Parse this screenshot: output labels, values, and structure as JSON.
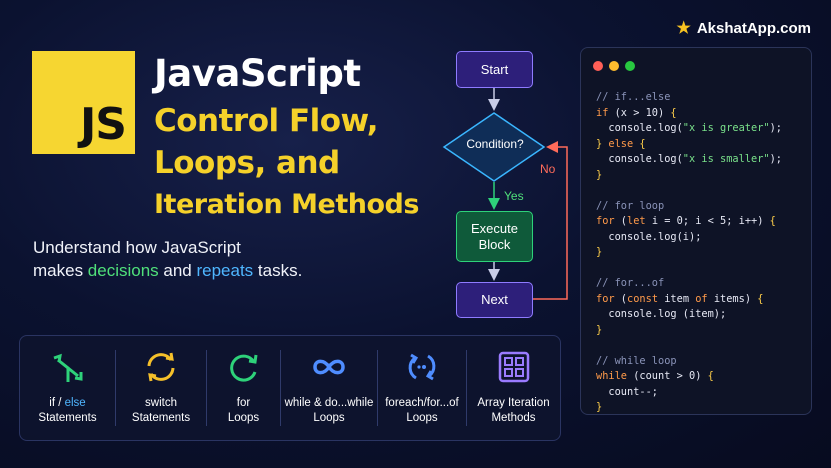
{
  "brand": {
    "star_icon": "star-icon",
    "name": "AkshatApp.com"
  },
  "logo": {
    "text": "JS",
    "color": "#f6d631"
  },
  "title": {
    "line1": "JavaScript",
    "line2": "Control Flow,",
    "line3": "Loops, and",
    "line4": "Iteration Methods"
  },
  "subtitle": {
    "part1": "Understand how JavaScript",
    "part2": "makes ",
    "hl1": "decisions",
    "part3": " and ",
    "hl2": "repeats",
    "part4": " tasks."
  },
  "flowchart": {
    "start": "Start",
    "condition": "Condition?",
    "yes": "Yes",
    "no": "No",
    "execute_line1": "Execute",
    "execute_line2": "Block",
    "next": "Next"
  },
  "code_lines": [
    [
      [
        "cm",
        "// if...else"
      ]
    ],
    [
      [
        "kw",
        "if"
      ],
      [
        "tx",
        " (x > 10) "
      ],
      [
        "br",
        "{"
      ]
    ],
    [
      [
        "tx",
        "  console.log("
      ],
      [
        "st",
        "\"x is greater\""
      ],
      [
        "tx",
        ");"
      ]
    ],
    [
      [
        "br",
        "}"
      ],
      [
        "tx",
        " "
      ],
      [
        "kw",
        "else"
      ],
      [
        "tx",
        " "
      ],
      [
        "br",
        "{"
      ]
    ],
    [
      [
        "tx",
        "  console.log("
      ],
      [
        "st",
        "\"x is smaller\""
      ],
      [
        "tx",
        ");"
      ]
    ],
    [
      [
        "br",
        "}"
      ]
    ],
    [
      [
        "tx",
        ""
      ]
    ],
    [
      [
        "cm",
        "// for loop"
      ]
    ],
    [
      [
        "kw",
        "for"
      ],
      [
        "tx",
        " ("
      ],
      [
        "kw",
        "let"
      ],
      [
        "tx",
        " i = 0; i < 5; i++) "
      ],
      [
        "br",
        "{"
      ]
    ],
    [
      [
        "tx",
        "  console.log(i);"
      ]
    ],
    [
      [
        "br",
        "}"
      ]
    ],
    [
      [
        "tx",
        ""
      ]
    ],
    [
      [
        "cm",
        "// for...of"
      ]
    ],
    [
      [
        "kw",
        "for"
      ],
      [
        "tx",
        " ("
      ],
      [
        "kw",
        "const"
      ],
      [
        "tx",
        " item "
      ],
      [
        "kw",
        "of"
      ],
      [
        "tx",
        " items) "
      ],
      [
        "br",
        "{"
      ]
    ],
    [
      [
        "tx",
        "  console.log (item);"
      ]
    ],
    [
      [
        "br",
        "}"
      ]
    ],
    [
      [
        "tx",
        ""
      ]
    ],
    [
      [
        "cm",
        "// while loop"
      ]
    ],
    [
      [
        "kw",
        "while"
      ],
      [
        "tx",
        " (count > 0) "
      ],
      [
        "br",
        "{"
      ]
    ],
    [
      [
        "tx",
        "  count--;"
      ]
    ],
    [
      [
        "br",
        "}"
      ]
    ]
  ],
  "topics": [
    {
      "icon": "branch-arrows-icon",
      "line1_a": "if",
      "line1_b": " / ",
      "line1_c": "else",
      "line2": "Statements"
    },
    {
      "icon": "switch-cycle-icon",
      "line1": "switch",
      "line2": "Statements"
    },
    {
      "icon": "refresh-loop-icon",
      "line1": "for",
      "line2": "Loops"
    },
    {
      "icon": "infinity-icon",
      "line1": "while & do...while",
      "line2": "Loops"
    },
    {
      "icon": "circular-arrows-icon",
      "line1": "foreach/for...of",
      "line2": "Loops"
    },
    {
      "icon": "grid-array-icon",
      "line1": "Array Iteration",
      "line2": "Methods"
    }
  ],
  "colors": {
    "accent_yellow": "#f5d12a",
    "accent_green": "#4fe07a",
    "accent_blue": "#4fb6ff",
    "accent_purple": "#8f7bff",
    "accent_red": "#ff6b5a"
  }
}
